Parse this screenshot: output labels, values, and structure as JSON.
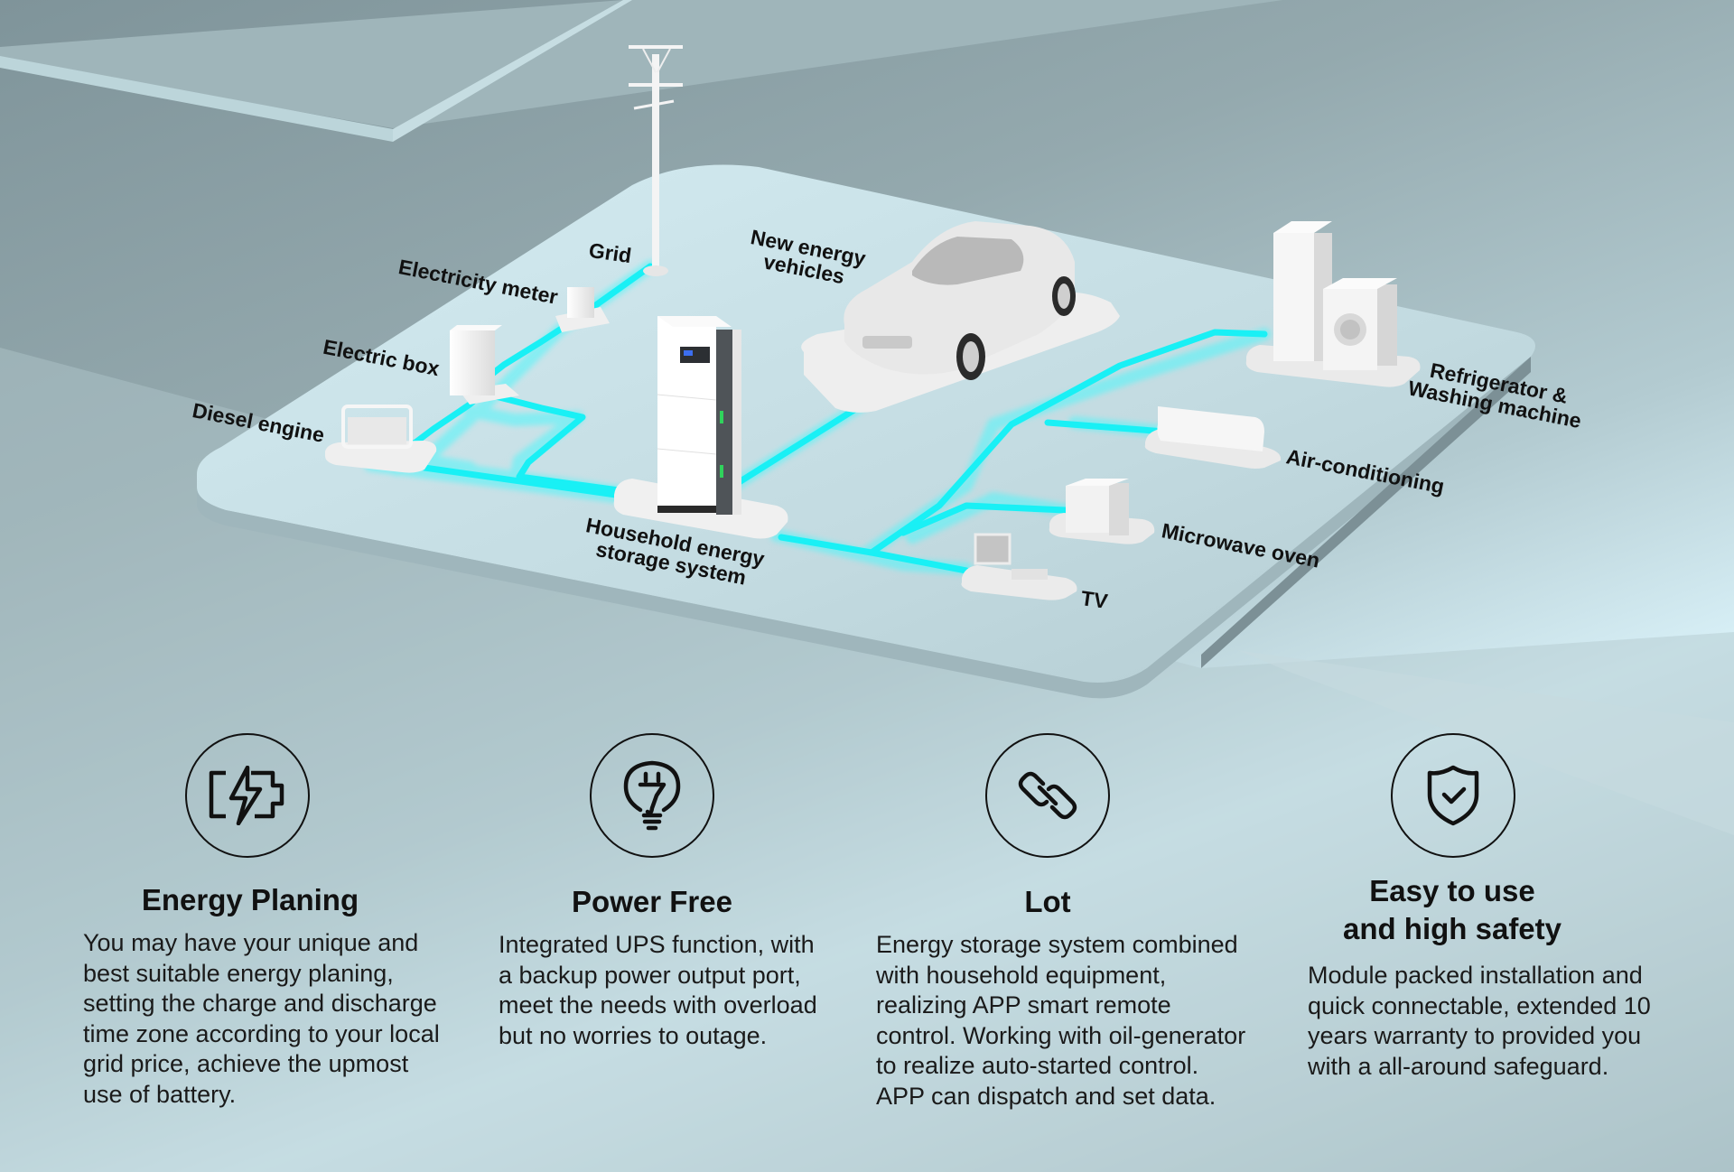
{
  "diagram": {
    "labels": {
      "grid": "Grid",
      "electricity_meter": "Electricity meter",
      "electric_box": "Electric box",
      "diesel_engine": "Diesel engine",
      "household_storage": "Household energy\nstorage system",
      "new_energy_vehicles": "New energy\nvehicles",
      "refrigerator_washing": "Refrigerator &\nWashing machine",
      "air_conditioning": "Air-conditioning",
      "microwave_oven": "Microwave oven",
      "tv": "TV"
    },
    "colors": {
      "cable": "#19f0f5",
      "platform_top": "#c9e1e8",
      "device": "#f2f2f2"
    }
  },
  "features": [
    {
      "icon": "battery-bolt-icon",
      "title": "Energy Planing",
      "description": "You may have your unique and\nbest suitable energy planing,\nsetting the charge and discharge\ntime zone according to your local\ngrid price, achieve the upmost\nuse of battery."
    },
    {
      "icon": "bulb-plug-icon",
      "title": "Power Free",
      "description": "Integrated UPS function, with\na backup power output port,\nmeet the needs with overload\nbut no worries to outage."
    },
    {
      "icon": "link-icon",
      "title": "Lot",
      "description": "Energy storage system combined\nwith household equipment,\nrealizing APP smart remote\ncontrol. Working with oil-generator\nto realize auto-started control.\nAPP can dispatch and set data."
    },
    {
      "icon": "shield-check-icon",
      "title": "Easy to use\nand high safety",
      "description": "Module packed installation and\nquick connectable, extended 10\nyears warranty to provided you\nwith a all-around safeguard."
    }
  ]
}
